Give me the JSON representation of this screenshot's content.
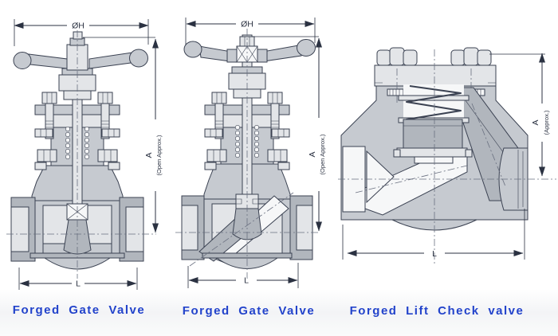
{
  "colors": {
    "label_blue": "#2243cb",
    "line": "#3b4252",
    "dimension": "#2b3242"
  },
  "valves": [
    {
      "title": "Forged Gate Valve",
      "dim_diameter": "ØH",
      "dim_height": "A",
      "dim_height_note": "(Open Approx.)",
      "dim_length": "L"
    },
    {
      "title": "Forged Gate Valve",
      "dim_diameter": "ØH",
      "dim_height": "A",
      "dim_height_note": "(Open Approx.)",
      "dim_length": "L"
    },
    {
      "title": "Forged Lift Check valve",
      "dim_height": "A",
      "dim_height_note": "(Approx.)",
      "dim_length": "L"
    }
  ]
}
